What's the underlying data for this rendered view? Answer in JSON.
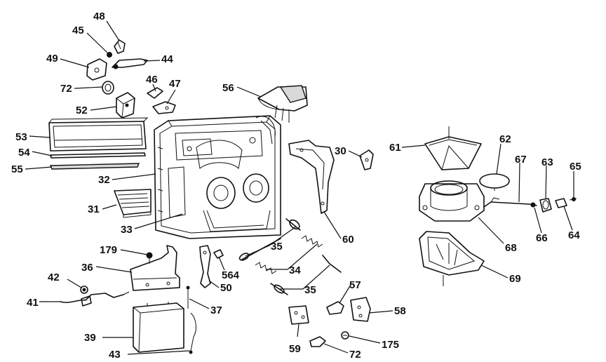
{
  "callouts": [
    {
      "id": "48",
      "label": "48"
    },
    {
      "id": "45",
      "label": "45"
    },
    {
      "id": "49",
      "label": "49"
    },
    {
      "id": "44",
      "label": "44"
    },
    {
      "id": "72a",
      "label": "72"
    },
    {
      "id": "46",
      "label": "46"
    },
    {
      "id": "47",
      "label": "47"
    },
    {
      "id": "52",
      "label": "52"
    },
    {
      "id": "56",
      "label": "56"
    },
    {
      "id": "53",
      "label": "53"
    },
    {
      "id": "54",
      "label": "54"
    },
    {
      "id": "55",
      "label": "55"
    },
    {
      "id": "32",
      "label": "32"
    },
    {
      "id": "30",
      "label": "30"
    },
    {
      "id": "31",
      "label": "31"
    },
    {
      "id": "33",
      "label": "33"
    },
    {
      "id": "60",
      "label": "60"
    },
    {
      "id": "61",
      "label": "61"
    },
    {
      "id": "62",
      "label": "62"
    },
    {
      "id": "67",
      "label": "67"
    },
    {
      "id": "63",
      "label": "63"
    },
    {
      "id": "65",
      "label": "65"
    },
    {
      "id": "68",
      "label": "68"
    },
    {
      "id": "66",
      "label": "66"
    },
    {
      "id": "64",
      "label": "64"
    },
    {
      "id": "69",
      "label": "69"
    },
    {
      "id": "179",
      "label": "179"
    },
    {
      "id": "36",
      "label": "36"
    },
    {
      "id": "35a",
      "label": "35"
    },
    {
      "id": "564",
      "label": "564"
    },
    {
      "id": "34",
      "label": "34"
    },
    {
      "id": "35b",
      "label": "35"
    },
    {
      "id": "50",
      "label": "50"
    },
    {
      "id": "42",
      "label": "42"
    },
    {
      "id": "41",
      "label": "41"
    },
    {
      "id": "37",
      "label": "37"
    },
    {
      "id": "57",
      "label": "57"
    },
    {
      "id": "58",
      "label": "58"
    },
    {
      "id": "39",
      "label": "39"
    },
    {
      "id": "43",
      "label": "43"
    },
    {
      "id": "59",
      "label": "59"
    },
    {
      "id": "72b",
      "label": "72"
    },
    {
      "id": "175",
      "label": "175"
    }
  ]
}
